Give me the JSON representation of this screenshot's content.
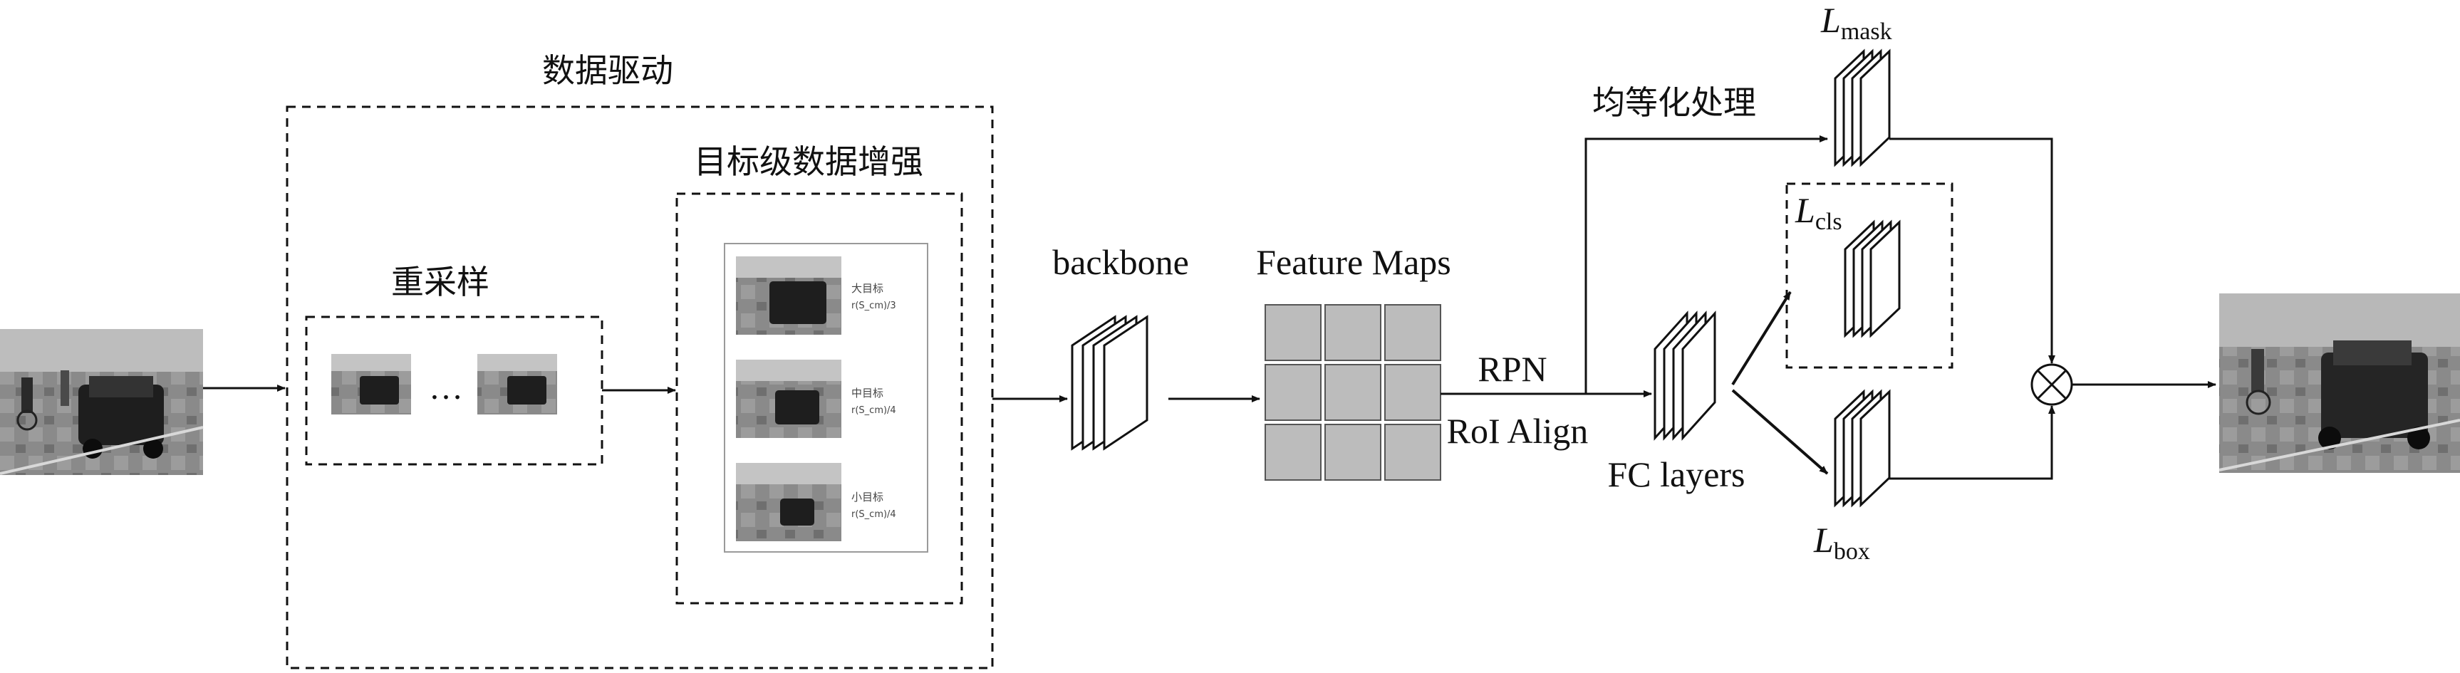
{
  "labels": {
    "data_driven": "数据驱动",
    "target_aug": "目标级数据增强",
    "resample": "重采样",
    "ellipsis": "…",
    "backbone": "backbone",
    "feature_maps": "Feature Maps",
    "rpn": "RPN",
    "roi_align": "RoI Align",
    "fc_layers": "FC layers",
    "equalization": "均等化处理"
  },
  "losses": {
    "mask": {
      "main": "L",
      "sub": "mask"
    },
    "cls": {
      "main": "L",
      "sub": "cls"
    },
    "box": {
      "main": "L",
      "sub": "box"
    }
  },
  "aug_samples": [
    {
      "name": "大目标",
      "formula": "r(S_cm)/3"
    },
    {
      "name": "中目标",
      "formula": "r(S_cm)/4"
    },
    {
      "name": "小目标",
      "formula": "r(S_cm)/4"
    }
  ],
  "operator_symbol": "⊗"
}
